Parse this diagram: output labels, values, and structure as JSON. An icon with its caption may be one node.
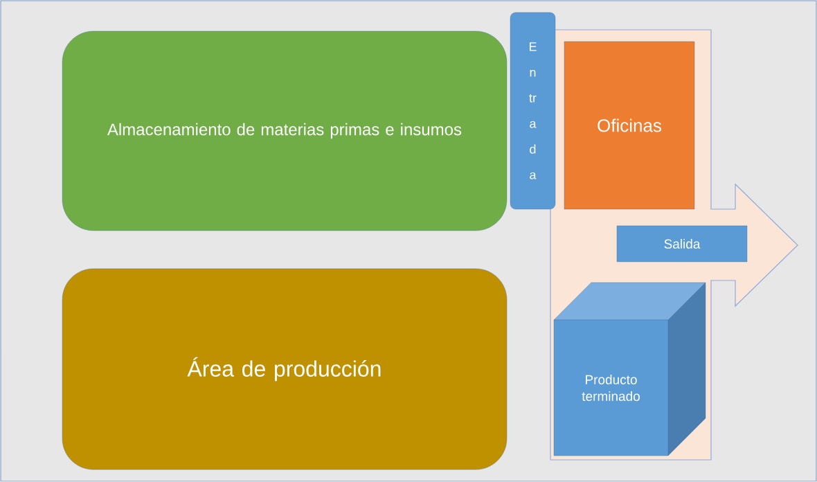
{
  "diagram": {
    "nodes": [
      {
        "text": [
          "Almacenamiento de materias primas e insumos"
        ]
      },
      {
        "text": [
          "Entrada"
        ]
      },
      {
        "text": [],
        "shape": "arrow"
      },
      {
        "text": [
          "Oficinas"
        ],
        "in": 2
      },
      {
        "text": [
          "Salida"
        ],
        "in": 2
      },
      {
        "text": [
          "Producto terminado"
        ],
        "in": 2
      },
      {
        "text": [
          "Área de producción"
        ]
      }
    ]
  }
}
